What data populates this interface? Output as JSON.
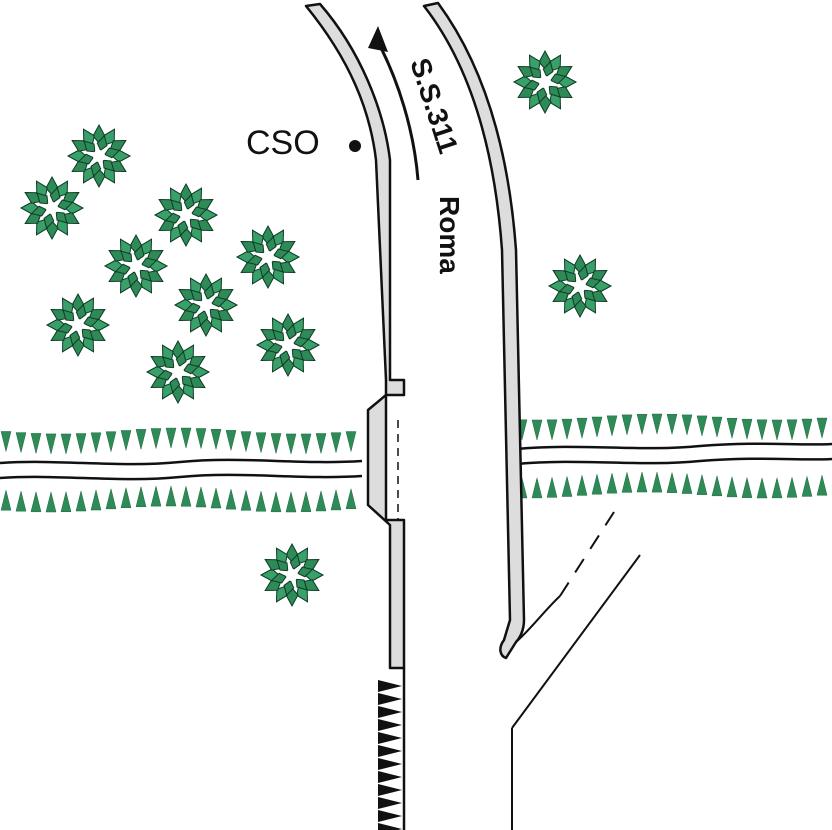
{
  "map": {
    "point_label": "CSO",
    "road_name": "S.S.311",
    "road_direction": "Roma"
  },
  "colors": {
    "background": "#ffffff",
    "road_edge_fill": "#dddddd",
    "line": "#111111",
    "vegetation": "#2e8b57",
    "vegetation_outline": "#0d3b24"
  },
  "symbols": {
    "trees": "tree-icon",
    "stream": "stream-with-banks",
    "point": "point-marker",
    "arrow": "direction-arrow",
    "embankment": "embankment-hatch"
  }
}
